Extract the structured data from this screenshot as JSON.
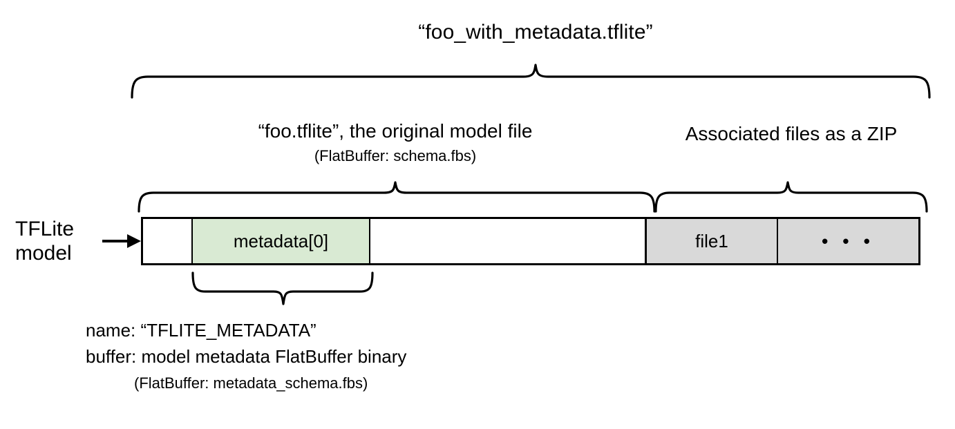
{
  "diagram": {
    "title": "“foo_with_metadata.tflite”",
    "side_label": "TFLite\nmodel",
    "sections": [
      {
        "name": "original-model",
        "title": "“foo.tflite”, the original model file",
        "subtitle": "(FlatBuffer: schema.fbs)"
      },
      {
        "name": "associated-files",
        "title": "Associated files as a ZIP",
        "subtitle": ""
      }
    ],
    "bar_cells": [
      {
        "name": "empty-left",
        "label": "",
        "fill": "#ffffff"
      },
      {
        "name": "metadata-0",
        "label": "metadata[0]",
        "fill": "#d9ead3"
      },
      {
        "name": "model-body",
        "label": "",
        "fill": "#ffffff"
      },
      {
        "name": "file1",
        "label": "file1",
        "fill": "#d9d9d9"
      },
      {
        "name": "more-files",
        "label": "• • •",
        "fill": "#d9d9d9"
      }
    ],
    "metadata_note": {
      "name_line": "name: “TFLITE_METADATA”",
      "buffer_line": "buffer: model metadata FlatBuffer binary",
      "schema_line": "(FlatBuffer: metadata_schema.fbs)"
    },
    "colors": {
      "metadata_fill": "#d9ead3",
      "zip_fill": "#d9d9d9",
      "stroke": "#000000",
      "background": "#ffffff"
    }
  }
}
